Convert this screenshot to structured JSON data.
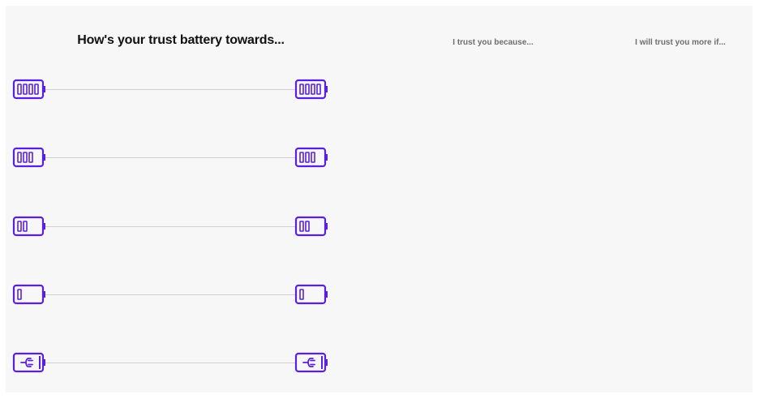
{
  "title": "How's your trust battery towards...",
  "columns": {
    "trust_because": "I trust you because...",
    "trust_more_if": "I will trust you more if..."
  },
  "colors": {
    "accent": "#5a20e0",
    "track": "#cfcfcf",
    "background": "#f7f7f7"
  },
  "levels": [
    {
      "icon": "battery-4-bars-icon",
      "bars": 4
    },
    {
      "icon": "battery-3-bars-icon",
      "bars": 3
    },
    {
      "icon": "battery-2-bars-icon",
      "bars": 2
    },
    {
      "icon": "battery-1-bar-icon",
      "bars": 1
    },
    {
      "icon": "battery-charging-plug-icon",
      "bars": 0
    }
  ]
}
